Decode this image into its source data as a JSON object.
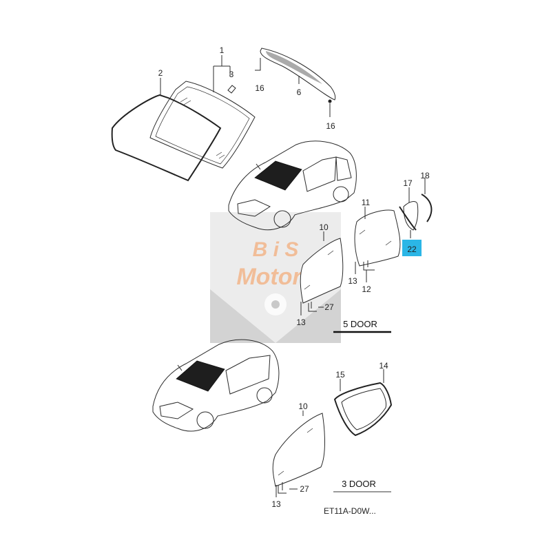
{
  "watermark": {
    "line1": "B i S",
    "line2": "Motors"
  },
  "sections": {
    "five_door": "5 DOOR",
    "three_door": "3 DOOR"
  },
  "callouts": {
    "c1": "1",
    "c2": "2",
    "c3": "3",
    "c6": "6",
    "c16a": "16",
    "c16b": "16",
    "c17": "17",
    "c18": "18",
    "c22": "22",
    "c11": "11",
    "c10a": "10",
    "c13a": "13",
    "c12": "12",
    "c27a": "27",
    "c13b": "13",
    "c15": "15",
    "c14": "14",
    "c10b": "10",
    "c27b": "27",
    "c13c": "13"
  },
  "highlight_color": "#2bb6e6",
  "footer_fragment": "ET11A-D0W..."
}
